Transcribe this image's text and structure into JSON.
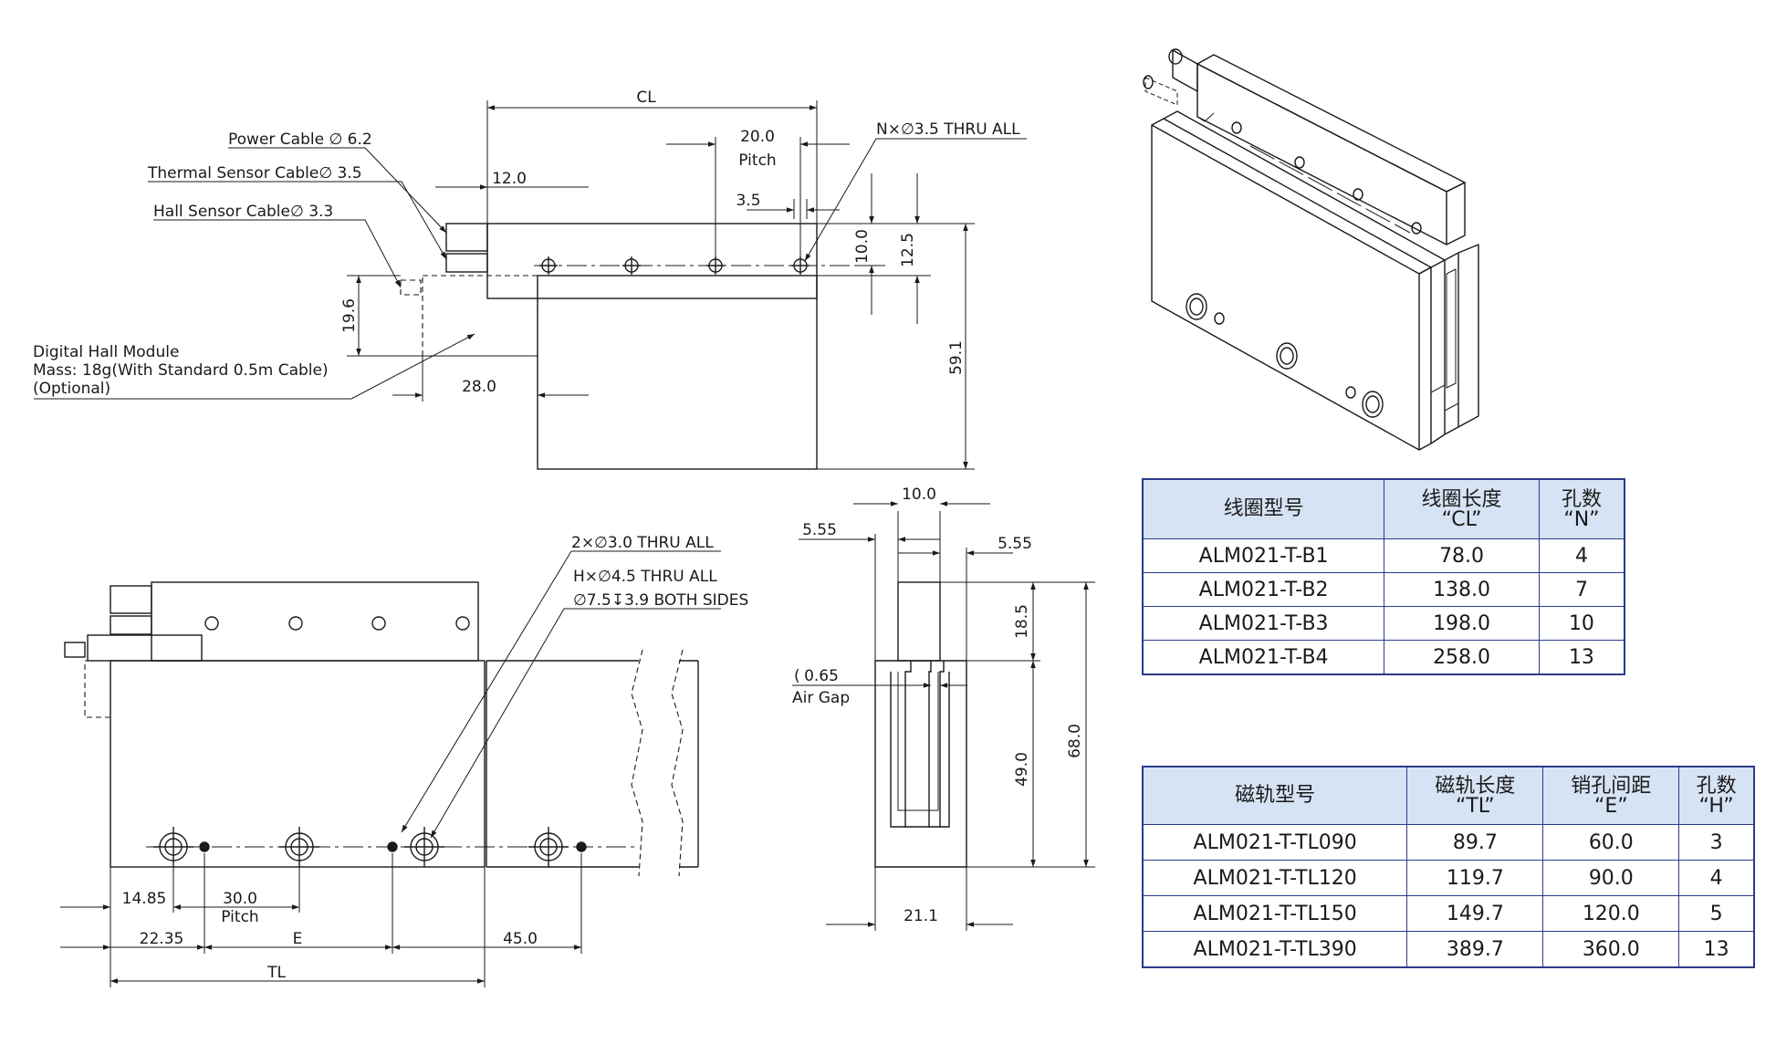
{
  "top_view": {
    "cl_label": "CL",
    "pitch_value": "20.0",
    "pitch_word": "Pitch",
    "holes_note": "N×∅3.5 THRU ALL",
    "dim_12": "12.0",
    "dim_3_5": "3.5",
    "dim_10": "10.0",
    "dim_12_5": "12.5",
    "dim_59_1": "59.1",
    "dim_19_6": "19.6",
    "dim_28": "28.0",
    "power_cable": "Power Cable ∅ 6.2",
    "thermal_cable": "Thermal Sensor Cable∅ 3.5",
    "hall_cable": "Hall Sensor Cable∅ 3.3",
    "hall_module_line1": "Digital Hall Module",
    "hall_module_line2": "Mass: 18g(With Standard 0.5m Cable)",
    "hall_module_line3": "(Optional)"
  },
  "front_view": {
    "note_pins": "2×∅3.0 THRU ALL",
    "note_holes": "H×∅4.5 THRU ALL",
    "note_cbore": "∅7.5↧3.9 BOTH SIDES",
    "dim_14_85": "14.85",
    "dim_30": "30.0",
    "pitch_word": "Pitch",
    "dim_22_35": "22.35",
    "dim_e": "E",
    "dim_45": "45.0",
    "dim_tl": "TL"
  },
  "side_view": {
    "dim_10": "10.0",
    "dim_5_55_left": "5.55",
    "dim_5_55_right": "5.55",
    "dim_18_5": "18.5",
    "air_gap_value": "0.65",
    "air_gap_label": "Air Gap",
    "dim_49": "49.0",
    "dim_68": "68.0",
    "dim_21_1": "21.1"
  },
  "coil_table": {
    "headers": [
      {
        "zh": "线圈型号",
        "en": ""
      },
      {
        "zh": "线圈长度",
        "en": "“CL”"
      },
      {
        "zh": "孔数",
        "en": "“N”"
      }
    ],
    "rows": [
      [
        "ALM021-T-B1",
        "78.0",
        "4"
      ],
      [
        "ALM021-T-B2",
        "138.0",
        "7"
      ],
      [
        "ALM021-T-B3",
        "198.0",
        "10"
      ],
      [
        "ALM021-T-B4",
        "258.0",
        "13"
      ]
    ]
  },
  "rail_table": {
    "headers": [
      {
        "zh": "磁轨型号",
        "en": ""
      },
      {
        "zh": "磁轨长度",
        "en": "“TL”"
      },
      {
        "zh": "销孔间距",
        "en": "“E”"
      },
      {
        "zh": "孔数",
        "en": "“H”"
      }
    ],
    "rows": [
      [
        "ALM021-T-TL090",
        "89.7",
        "60.0",
        "3"
      ],
      [
        "ALM021-T-TL120",
        "119.7",
        "90.0",
        "4"
      ],
      [
        "ALM021-T-TL150",
        "149.7",
        "120.0",
        "5"
      ],
      [
        "ALM021-T-TL390",
        "389.7",
        "360.0",
        "13"
      ]
    ]
  },
  "colors": {
    "line": "#1a1a1a",
    "table_border": "#2b3a8a",
    "table_header": "#d6e3f4"
  }
}
